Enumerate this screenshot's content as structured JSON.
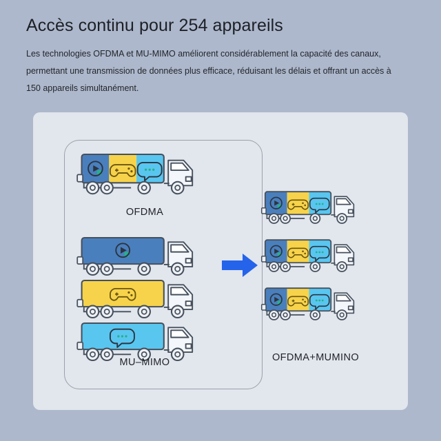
{
  "header": {
    "title": "Accès continu pour 254 appareils",
    "subtitle": "Les technologies OFDMA et MU-MIMO améliorent considérablement la capacité des canaux, permettant une transmission de données plus efficace, réduisant les délais et offrant un accès à 150 appareils simultanément."
  },
  "diagram": {
    "labels": {
      "ofdma": "OFDMA",
      "mu_mimo": "MU–MIMO",
      "combined": "OFDMA+MUMINO"
    },
    "arrow": {
      "direction": "right",
      "color": "#2563eb"
    },
    "palette": {
      "background": "#adb8cc",
      "panel": "#e2e6ed",
      "inner_box_border": "#9aa1ab",
      "segment_blue": "#4a7fbd",
      "segment_yellow": "#f6d34a",
      "segment_cyan": "#59c6f0",
      "stroke": "#46505c",
      "icon_accent_green": "#27b08b",
      "title_text": "#1d2026"
    },
    "groups": [
      {
        "name": "ofdma-group",
        "label": "OFDMA",
        "trucks": [
          {
            "name": "ofdma-truck",
            "scale": 1.0,
            "segments": [
              {
                "color": "#4a7fbd",
                "icon": "play-icon"
              },
              {
                "color": "#f6d34a",
                "icon": "gamepad-icon"
              },
              {
                "color": "#59c6f0",
                "icon": "chat-bubble-icon"
              }
            ]
          }
        ]
      },
      {
        "name": "mu-mimo-group",
        "label": "MU–MIMO",
        "trucks": [
          {
            "name": "mu-mimo-truck-video",
            "scale": 1.0,
            "segments": [
              {
                "color": "#4a7fbd",
                "icon": "play-icon"
              }
            ]
          },
          {
            "name": "mu-mimo-truck-game",
            "scale": 1.0,
            "segments": [
              {
                "color": "#f6d34a",
                "icon": "gamepad-icon"
              }
            ]
          },
          {
            "name": "mu-mimo-truck-chat",
            "scale": 1.0,
            "segments": [
              {
                "color": "#59c6f0",
                "icon": "chat-bubble-icon"
              }
            ]
          }
        ]
      },
      {
        "name": "combined-group",
        "label": "OFDMA+MUMINO",
        "trucks": [
          {
            "name": "combined-truck-1",
            "scale": 0.78,
            "segments": [
              {
                "color": "#4a7fbd",
                "icon": "play-icon"
              },
              {
                "color": "#f6d34a",
                "icon": "gamepad-icon"
              },
              {
                "color": "#59c6f0",
                "icon": "chat-bubble-icon"
              }
            ]
          },
          {
            "name": "combined-truck-2",
            "scale": 0.78,
            "segments": [
              {
                "color": "#4a7fbd",
                "icon": "play-icon"
              },
              {
                "color": "#f6d34a",
                "icon": "gamepad-icon"
              },
              {
                "color": "#59c6f0",
                "icon": "chat-bubble-icon"
              }
            ]
          },
          {
            "name": "combined-truck-3",
            "scale": 0.78,
            "segments": [
              {
                "color": "#4a7fbd",
                "icon": "play-icon"
              },
              {
                "color": "#f6d34a",
                "icon": "gamepad-icon"
              },
              {
                "color": "#59c6f0",
                "icon": "chat-bubble-icon"
              }
            ]
          }
        ]
      }
    ]
  }
}
